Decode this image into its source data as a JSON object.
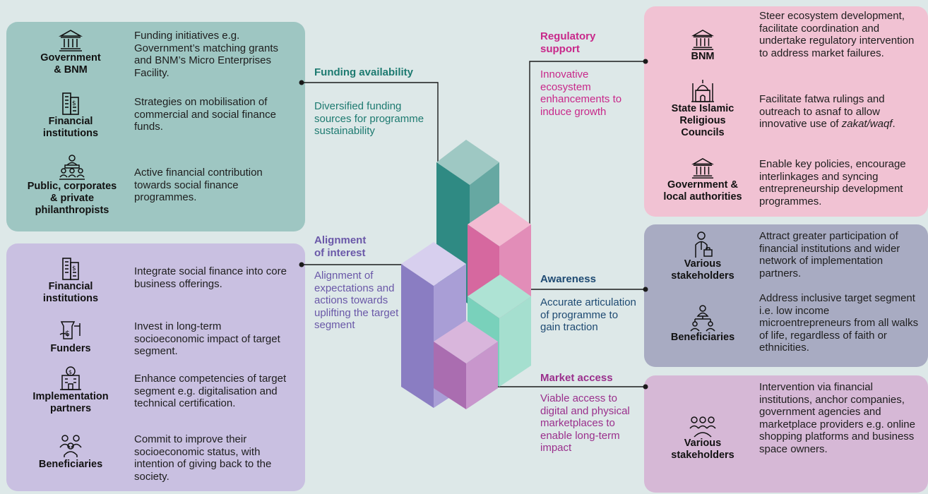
{
  "funding": {
    "heading": "Funding availability",
    "subtext": "Diversified funding sources for programme sustainability",
    "entities": [
      {
        "name_lines": [
          "Government",
          "& BNM"
        ],
        "icon": "bank-icon",
        "desc": "Funding initiatives e.g. Government’s matching grants and BNM’s Micro Enterprises Facility."
      },
      {
        "name_lines": [
          "Financial",
          "institutions"
        ],
        "icon": "office-building-icon",
        "desc": "Strategies on mobilisation of commercial and social finance funds."
      },
      {
        "name_lines": [
          "Public, corporates",
          "& private",
          "philanthropists"
        ],
        "icon": "audience-icon",
        "desc": "Active financial contribution towards social finance programmes."
      }
    ]
  },
  "alignment": {
    "heading_lines": [
      "Alignment",
      "of interest"
    ],
    "subtext": "Alignment of expectations and actions towards uplifting the target segment",
    "entities": [
      {
        "name_lines": [
          "Financial",
          "institutions"
        ],
        "icon": "office-building-icon",
        "desc": "Integrate social finance into core business offerings."
      },
      {
        "name_lines": [
          "Funders"
        ],
        "icon": "money-jar-icon",
        "desc": "Invest in long-term socioeconomic impact of target segment."
      },
      {
        "name_lines": [
          "Implementation",
          "partners"
        ],
        "icon": "partner-building-icon",
        "desc": "Enhance competencies of target segment e.g. digitalisation and technical certification."
      },
      {
        "name_lines": [
          "Beneficiaries"
        ],
        "icon": "people-group-icon",
        "desc": "Commit to improve their socioeconomic status, with intention of giving back to the society."
      }
    ]
  },
  "regulatory": {
    "heading_lines": [
      "Regulatory",
      "support"
    ],
    "subtext": "Innovative ecosystem enhancements to induce growth",
    "entities": [
      {
        "name_lines": [
          "BNM"
        ],
        "icon": "bank-icon",
        "desc": "Steer ecosystem development, facilitate coordination and undertake regulatory intervention to address market failures."
      },
      {
        "name_lines": [
          "State Islamic",
          "Religious",
          "Councils"
        ],
        "icon": "mosque-icon",
        "desc_pre": "Facilitate fatwa rulings and outreach to asnaf to allow innovative use of ",
        "desc_em": "zakat/waqf",
        "desc_post": "."
      },
      {
        "name_lines": [
          "Government &",
          "local authorities"
        ],
        "icon": "bank-icon",
        "desc": "Enable key policies, encourage interlinkages and syncing entrepreneurship development programmes."
      }
    ]
  },
  "awareness": {
    "heading": "Awareness",
    "subtext": "Accurate articulation of programme to gain traction",
    "entities": [
      {
        "name_lines": [
          "Various",
          "stakeholders"
        ],
        "icon": "businessperson-icon",
        "desc": "Attract greater participation of financial institutions and wider network of implementation partners."
      },
      {
        "name_lines": [
          "Beneficiaries"
        ],
        "icon": "hierarchy-people-icon",
        "desc": "Address inclusive target segment i.e. low income microentrepreneurs from all walks of life, regardless of faith or ethnicities."
      }
    ]
  },
  "market": {
    "heading": "Market access",
    "subtext": "Viable access to digital and physical marketplaces to enable long-term impact",
    "entities": [
      {
        "name_lines": [
          "Various",
          "stakeholders"
        ],
        "icon": "people-group-icon",
        "desc": "Intervention via financial institutions, anchor companies, government agencies and marketplace providers e.g. online shopping platforms and business space owners."
      }
    ]
  },
  "colors": {
    "teal": "#1d7a70",
    "purple": "#6a58a8",
    "pink": "#c8288a",
    "navy": "#1e4a72",
    "magenta": "#9a2f8c"
  }
}
